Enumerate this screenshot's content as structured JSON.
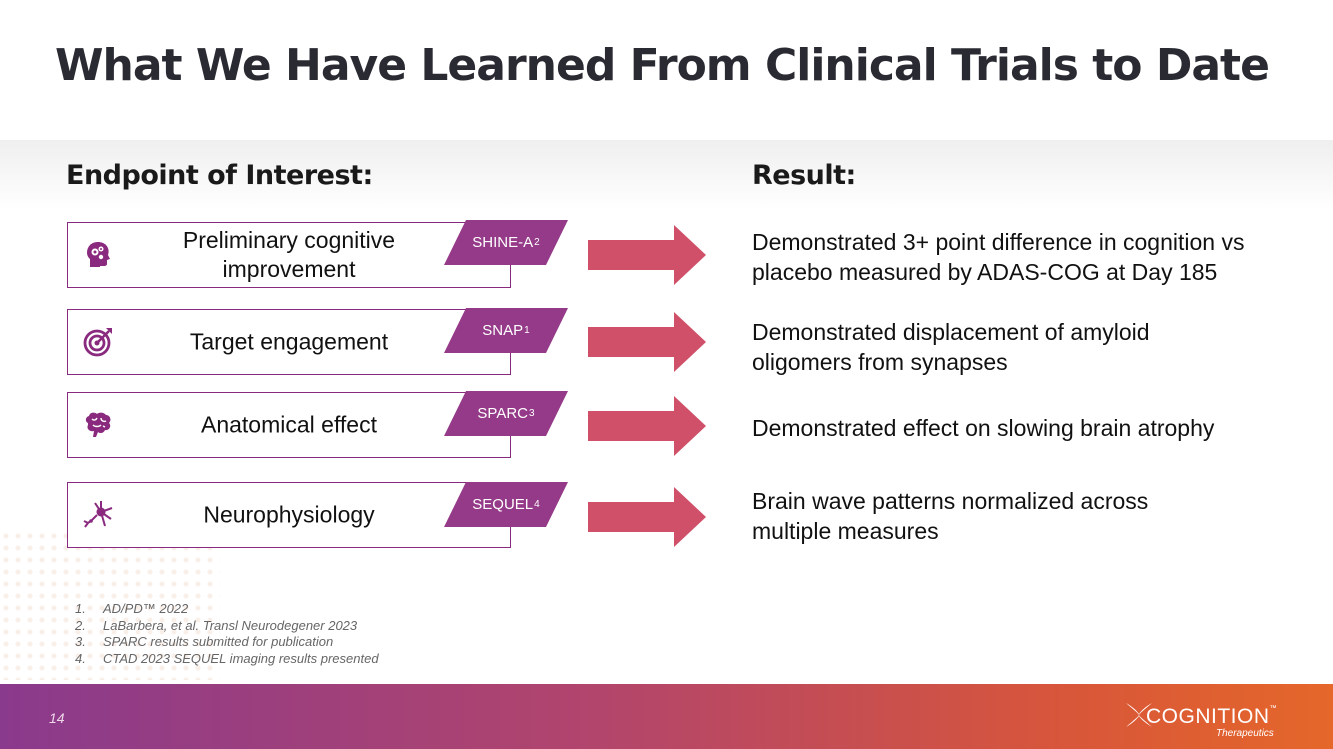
{
  "slide": {
    "title": "What We Have Learned From Clinical Trials to Date",
    "left_heading": "Endpoint of Interest:",
    "right_heading": "Result:",
    "page_number": "14"
  },
  "rows": [
    {
      "endpoint_line1": "Preliminary cognitive",
      "endpoint_line2": "improvement",
      "icon": "head-gears-icon",
      "study": "SHINE-A",
      "study_ref": "2",
      "result_line1": "Demonstrated 3+ point difference in cognition vs",
      "result_line2": "placebo measured by ADAS-COG at Day 185"
    },
    {
      "endpoint_line1": "Target engagement",
      "endpoint_line2": "",
      "icon": "target-icon",
      "study": "SNAP",
      "study_ref": "1",
      "result_line1": "Demonstrated displacement of amyloid",
      "result_line2": "oligomers from synapses"
    },
    {
      "endpoint_line1": "Anatomical effect",
      "endpoint_line2": "",
      "icon": "brain-icon",
      "study": "SPARC",
      "study_ref": "3",
      "result_line1": "Demonstrated effect on slowing brain atrophy",
      "result_line2": ""
    },
    {
      "endpoint_line1": "Neurophysiology",
      "endpoint_line2": "",
      "icon": "neuron-icon",
      "study": "SEQUEL",
      "study_ref": "4",
      "result_line1": "Brain wave patterns normalized across",
      "result_line2": "multiple measures"
    }
  ],
  "footnotes": [
    {
      "num": "1.",
      "text": "AD/PD™ 2022"
    },
    {
      "num": "2.",
      "text": "LaBarbera, et al. Transl Neurodegener 2023"
    },
    {
      "num": "3.",
      "text": "SPARC results submitted for publication"
    },
    {
      "num": "4.",
      "text": "CTAD 2023 SEQUEL imaging results presented"
    }
  ],
  "logo": {
    "word": "COGNITION",
    "tm": "™",
    "sub": "Therapeutics"
  },
  "colors": {
    "accent": "#953a88",
    "arrow": "#d0506a",
    "footer_start": "#8a3a8c",
    "footer_end": "#e5672a"
  }
}
